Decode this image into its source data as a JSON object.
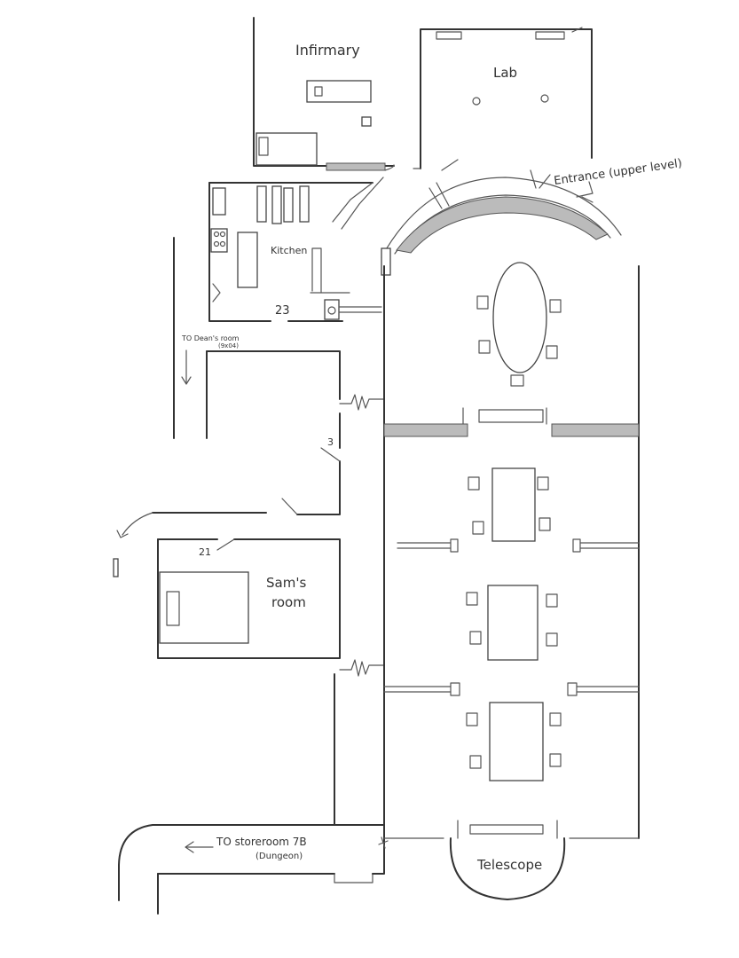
{
  "labels": {
    "infirmary": "Infirmary",
    "lab": "Lab",
    "entrance": "Entrance (upper level)",
    "kitchen": "Kitchen",
    "room_23": "23",
    "to_dean": "TO Dean's room",
    "to_dean_sub": "(9x04)",
    "room_3": "3",
    "room_21": "21",
    "sams_room_line1": "Sam's",
    "sams_room_line2": "room",
    "to_storeroom": "TO storeroom 7B",
    "to_storeroom_sub": "(Dungeon)",
    "telescope": "Telescope"
  }
}
